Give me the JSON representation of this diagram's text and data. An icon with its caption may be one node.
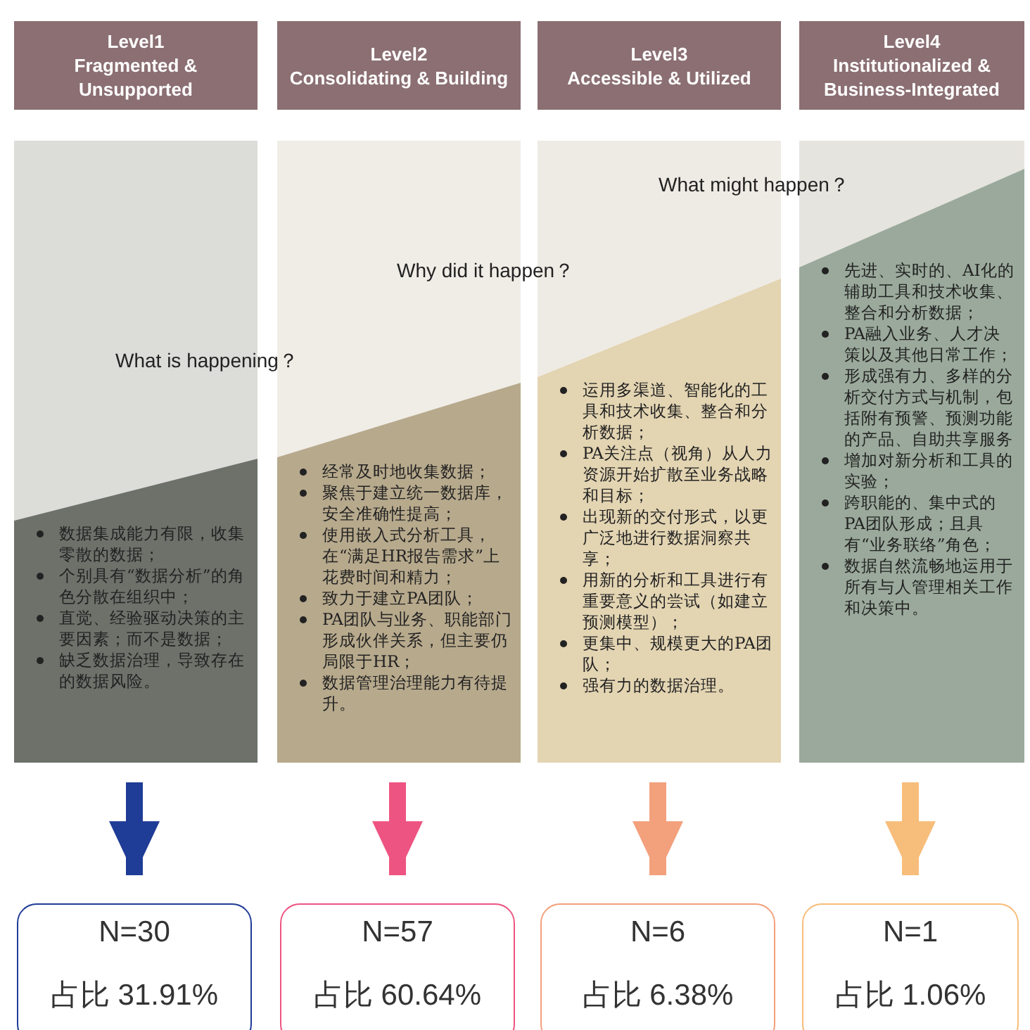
{
  "diagram": {
    "nodes": [
      {
        "text": [
          "Level1",
          "Fragmented & Unsupported"
        ]
      },
      {
        "text": [
          "Level2",
          "Consolidating & Building"
        ]
      },
      {
        "text": [
          "Level3",
          "Accessible & Utilized"
        ]
      },
      {
        "text": [
          "Level4",
          "Institutionalized & Business-Integrated"
        ]
      },
      {
        "text": [
          "数据集成能力有限，收集零散的数据；",
          "个别具有“数据分析”的角色分散在组织中；",
          "直觉、经验驱动决策的主要因素；而不是数据；",
          "缺乏数据治理，导致存在的数据风险。"
        ]
      },
      {
        "text": [
          "经常及时地收集数据；",
          "聚焦于建立统一数据库，安全准确性提高；",
          "使用嵌入式分析工具，在“满足HR报告需求”上花费时间和精力；",
          "致力于建立PA团队；",
          "PA团队与业务、职能部门形成伙伴关系，但主要仍局限于HR；",
          "数据管理治理能力有待提升。"
        ]
      },
      {
        "text": [
          "运用多渠道、智能化的工具和技术收集、整合和分析数据；",
          "PA关注点（视角）从人力资源开始扩散至业务战略和目标；",
          "出现新的交付形式，以更广泛地进行数据洞察共享；",
          "用新的分析和工具进行有重要意义的尝试（如建立预测模型）；",
          "更集中、规模更大的PA团队；",
          "强有力的数据治理。"
        ]
      },
      {
        "text": [
          "先进、实时的、AI化的辅助工具和技术收集、整合和分析数据；",
          "PA融入业务、人才决策以及其他日常工作；",
          "形成强有力、多样的分析交付方式与机制，包括附有预警、预测功能的产品、自助共享服务",
          "增加对新分析和工具的实验；",
          "跨职能的、集中式的PA团队形成；且具有“业务联络”角色；",
          "数据自然流畅地运用于所有与人管理相关工作和决策中。"
        ]
      },
      {
        "text": [
          "N=30",
          "占比 31.91%"
        ]
      },
      {
        "text": [
          "N=57",
          "占比 60.64%"
        ]
      },
      {
        "text": [
          "N=6",
          "占比 6.38%"
        ]
      },
      {
        "text": [
          "N=1",
          "占比 1.06%"
        ]
      }
    ],
    "edges": [
      {
        "from": 4,
        "to": 8,
        "arrow": "to",
        "color": "#1f3c96"
      },
      {
        "from": 5,
        "to": 9,
        "arrow": "to",
        "color": "#ee5482"
      },
      {
        "from": 6,
        "to": 10,
        "arrow": "to",
        "color": "#f3a07c"
      },
      {
        "from": 7,
        "to": 11,
        "arrow": "to",
        "color": "#f7bd7a"
      }
    ],
    "labels": [
      "What might happen？",
      "Why did it happen？",
      "What is happening？"
    ]
  }
}
